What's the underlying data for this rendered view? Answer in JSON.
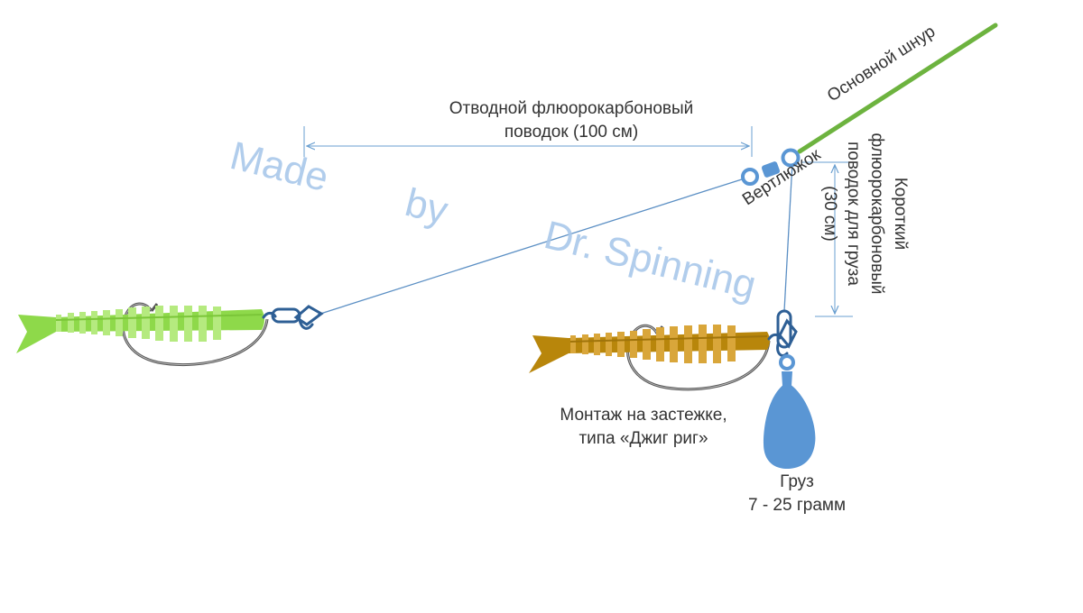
{
  "labels": {
    "long_leader": "Отводной флюорокарбоновый\nповодок (100 см)",
    "main_line": "Основной шнур",
    "swivel": "Вертлюжок",
    "short_leader": "Короткий флюорокарбоновый\nповодок для груза  (30 см)",
    "rig": "Монтаж  на застежке,\nтипа «Джиг риг»",
    "weight": "Груз\n7 - 25 грамм"
  },
  "watermark": {
    "made": "Made",
    "by": "by",
    "author": "Dr.  Spinning"
  },
  "colors": {
    "main_line": "#6db33f",
    "leader": "#5b8fc4",
    "dimension": "#6a9fd0",
    "lure_green": "#8ed94a",
    "lure_gold": "#b8860b",
    "snap": "#2e5f95",
    "weight": "#5a96d4",
    "hook": "#555555",
    "watermark": "#a9c8ea"
  }
}
